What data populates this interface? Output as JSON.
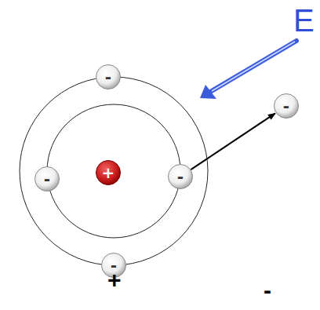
{
  "diagram": {
    "nodes": [
      {
        "text": [
          "-"
        ]
      },
      {
        "text": [
          "-"
        ]
      },
      {
        "text": [
          "-"
        ]
      },
      {
        "text": [
          "+"
        ]
      },
      {
        "text": [
          "-"
        ]
      },
      {
        "text": [
          "-"
        ]
      }
    ],
    "edges": [
      {
        "from": 4,
        "to": 1,
        "arrow": "to"
      }
    ],
    "labels": [
      "E",
      "+",
      "-"
    ]
  }
}
